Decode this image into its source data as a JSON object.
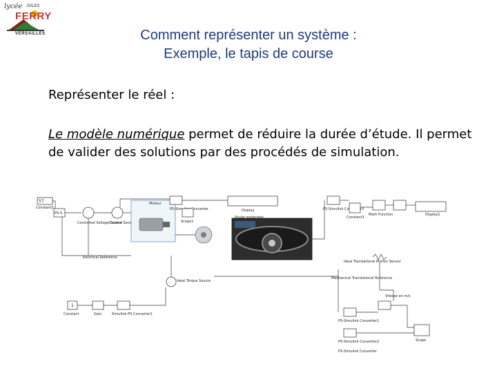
{
  "logo": {
    "script_text": "lycée",
    "jules": "JULES",
    "name": "FERRY",
    "city": "VERSAILLES"
  },
  "title": {
    "line1": "Comment représenter un système :",
    "line2": "Exemple, le tapis de course"
  },
  "subheading": "Représenter le réel :",
  "paragraph": {
    "emphasis": "Le modèle numérique",
    "rest": " permet de réduire la durée d’étude. Il permet de valider des solutions par des procédés de simulation."
  },
  "diagram": {
    "labels": {
      "constant2_value": "57",
      "constant2": "Constant2",
      "sim2ps_a": "PS-S",
      "controlled_source": "Controlled Voltage Source",
      "current_sensor": "Current Sensor",
      "moteur": "Moteur",
      "ps_simulink_converter": "PS-Simulink Converter",
      "scope1": "Scope1",
      "display": "Display",
      "poulie_motorisee": "Poulie motorisée",
      "electrical_reference": "Electrical Reference",
      "constant3": "Constant3",
      "ps_simulink_converter3": "PS-Simulink Converter3",
      "math_function": "Math Function",
      "display1": "Display1",
      "ideal_motion_sensor": "Ideal Translational Motion Sensor",
      "mechanical_ref": "Mechanical Translational Reference",
      "ideal_torque_source": "Ideal Torque Source",
      "constant": "Constant",
      "gain": "Gain",
      "simulink_ps_converter1": "Simulink-PS Converter1",
      "ps_simulink_converter1": "PS-Simulink Converter1",
      "ps_simulink_converter2": "PS-Simulink Converter2",
      "scope": "Scope",
      "vitesse": "Vitesse en m/s",
      "gain_value": "1",
      "ps_converter_label": "PS-Simulink Converter"
    }
  }
}
